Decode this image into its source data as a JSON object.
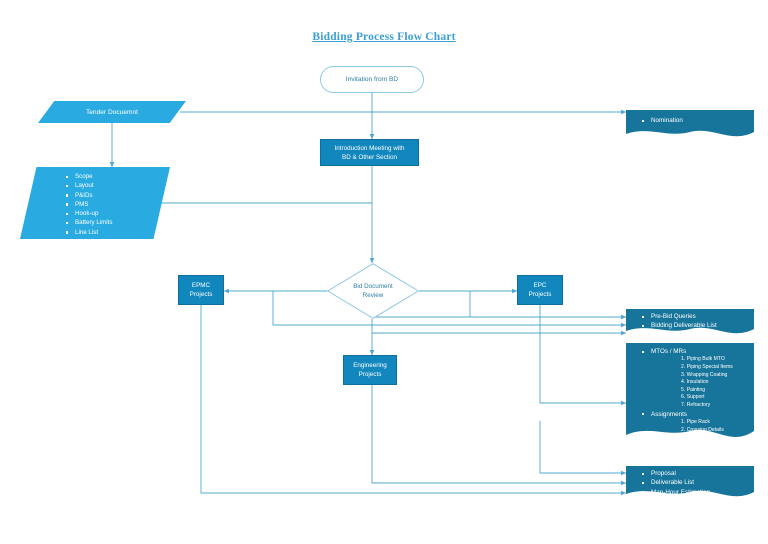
{
  "page": {
    "title": "Bidding Process Flow Chart"
  },
  "colors": {
    "accent_light": "#29ABE2",
    "accent_mid": "#1287BE",
    "accent_dark": "#17759B",
    "outline": "#8FC7E3",
    "title_text": "#3C9FD4",
    "diamond_text": "#2D7FA8",
    "connector": "#4FA8CF",
    "white": "#FFFFFF"
  },
  "nodes": {
    "terminator": {
      "label": "Invitation from BD",
      "shape": "terminator"
    },
    "tender_document": {
      "label": "Tender Docuemnt",
      "shape": "parallelogram"
    },
    "nomination": {
      "shape": "document",
      "items": [
        "Nomination"
      ]
    },
    "introduction_meeting": {
      "label": "Introduction Meeting with BD & Other Section",
      "line1": "Introduction Meeting with",
      "line2": "BD & Other Section",
      "shape": "process"
    },
    "tender_contents": {
      "shape": "parallelogram",
      "items": [
        "Scope",
        "Layout",
        "P&IDs",
        "PMS",
        "Hook-up",
        "Battery Limits",
        "Line List"
      ]
    },
    "bid_document_review": {
      "label": "Bid Document Review",
      "line1": "Bid Document",
      "line2": "Review",
      "shape": "decision"
    },
    "epmc_projects": {
      "label": "EPMC Projects",
      "line1": "EPMC",
      "line2": "Projects",
      "shape": "process"
    },
    "epc_projects": {
      "label": "EPC Projects",
      "line1": "EPC",
      "line2": "Projects",
      "shape": "process"
    },
    "engineering_projects": {
      "label": "Engineering Projects",
      "line1": "Engineering",
      "line2": "Projects",
      "shape": "process"
    },
    "prebid_queries": {
      "shape": "document",
      "items": [
        "Pre-Bid Queries",
        "Bidding Deliverable List"
      ]
    },
    "mtos_mrs": {
      "shape": "document",
      "groups": [
        {
          "label": "MTOs / MRs",
          "subitems": [
            "Piping Bulk MTO",
            "Piping Special Items",
            "Wrapping Coating",
            "Insulation",
            "Painting",
            "Support",
            "Refractory"
          ]
        },
        {
          "label": "Assignments",
          "subitems": [
            "Pipe Rack",
            "Crossing Details"
          ]
        }
      ]
    },
    "proposal": {
      "shape": "document",
      "items": [
        "Proposal",
        "Deliverable List",
        "Man-Hour Estimation"
      ]
    }
  }
}
